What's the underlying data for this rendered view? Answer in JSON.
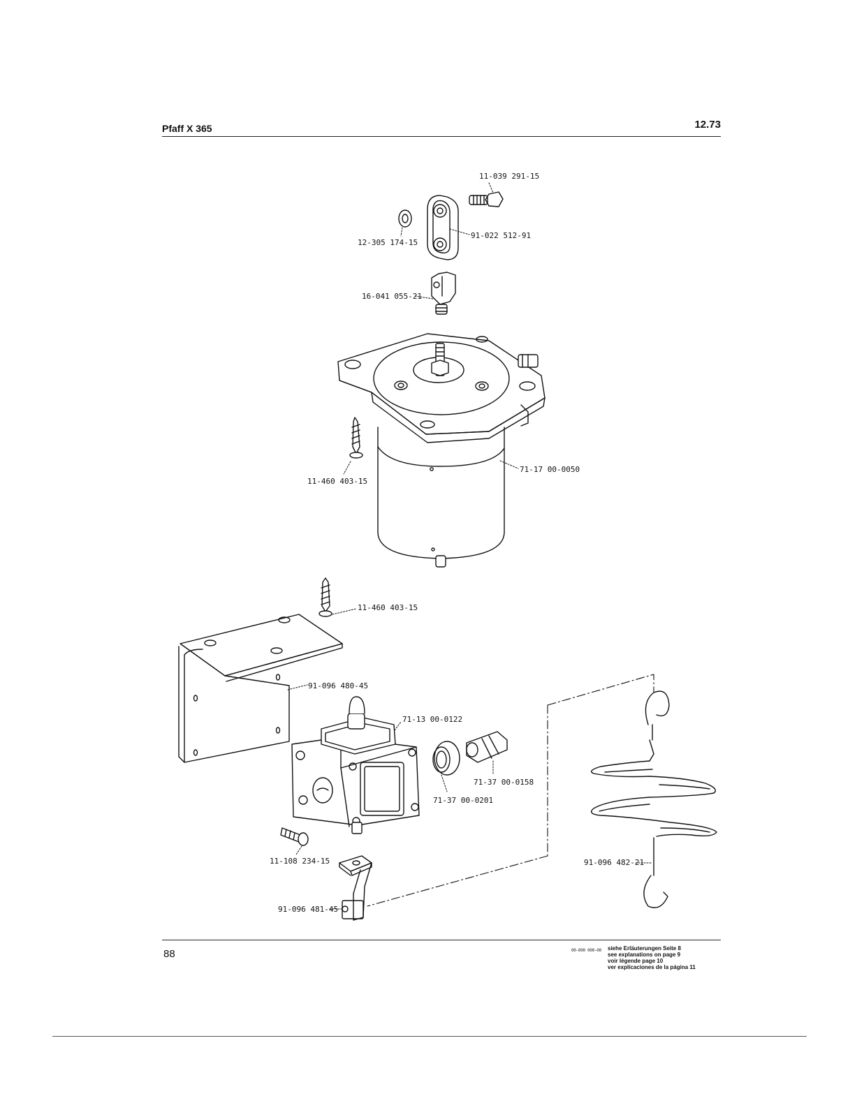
{
  "header": {
    "title": "Pfaff X 365",
    "revision": "12.73"
  },
  "parts": [
    {
      "id": "bolt-top",
      "number": "11-039 291-15"
    },
    {
      "id": "link-plate",
      "number": "91-022 512-91"
    },
    {
      "id": "washer",
      "number": "12-305 174-15"
    },
    {
      "id": "clevis",
      "number": "16-041 055-21"
    },
    {
      "id": "solenoid",
      "number": "71-17 00-0050"
    },
    {
      "id": "wood-screw-upper",
      "number": "11-460 403-15"
    },
    {
      "id": "wood-screw-lower",
      "number": "11-460 403-15"
    },
    {
      "id": "angle-bracket",
      "number": "91-096 480-45"
    },
    {
      "id": "switch",
      "number": "71-13 00-0122"
    },
    {
      "id": "cable-nut",
      "number": "71-37 00-0158"
    },
    {
      "id": "cable-ring",
      "number": "71-37 00-0201"
    },
    {
      "id": "screw-small",
      "number": "11-108 234-15"
    },
    {
      "id": "chain",
      "number": "91-096 482-21"
    },
    {
      "id": "small-bracket",
      "number": "91-096 481-45"
    }
  ],
  "footer": {
    "page_number": "88",
    "code": "00-000 000-00",
    "legend": [
      "siehe Erläuterungen Seite 8",
      "see explanations on page 9",
      "voir légende page 10",
      "ver explicaciones de la página 11"
    ]
  }
}
